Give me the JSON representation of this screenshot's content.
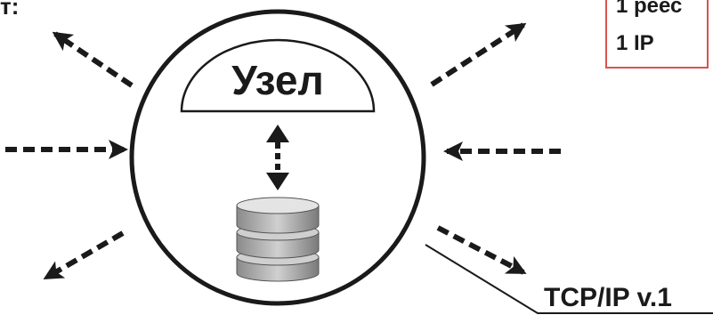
{
  "top_left_text": "т:",
  "info_box": {
    "line1": "1 реес",
    "line2": "1 IP",
    "border_color": "#d9534f"
  },
  "node": {
    "label": "Узел",
    "icons": [
      "database-icon",
      "double-arrow-icon"
    ]
  },
  "protocol_label": "TCP/IP v.1",
  "arrow_icons": [
    "arrow-out-upper-left",
    "arrow-in-left",
    "arrow-out-lower-left",
    "arrow-out-upper-right",
    "arrow-in-right",
    "arrow-out-lower-right"
  ]
}
